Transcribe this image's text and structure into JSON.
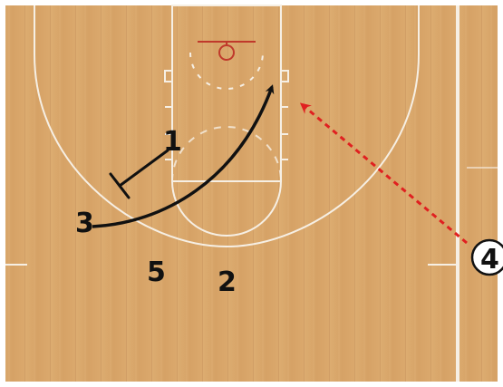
{
  "colors": {
    "floor": "#d9a86c",
    "floor_dark": "#c79257",
    "lines": "#f4ecdf",
    "rim": "#c0392b",
    "backboard": "#c0392b",
    "cut_arrow": "#111111",
    "pass_arrow": "#e02020",
    "screen": "#111111",
    "text": "#111111"
  },
  "players": [
    {
      "id": "1",
      "label": "1"
    },
    {
      "id": "2",
      "label": "2"
    },
    {
      "id": "3",
      "label": "3"
    },
    {
      "id": "4",
      "label": "4",
      "circled": true
    },
    {
      "id": "5",
      "label": "5"
    }
  ],
  "actions": [
    {
      "type": "screen",
      "by": "1",
      "for": "3"
    },
    {
      "type": "cut",
      "player": "3",
      "to": "rim",
      "style": "solid-curved"
    },
    {
      "type": "pass",
      "from": "4",
      "to": "block",
      "style": "dashed"
    }
  ]
}
